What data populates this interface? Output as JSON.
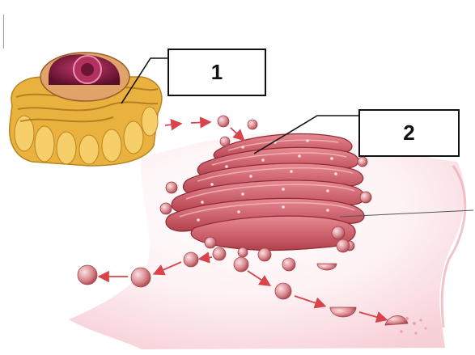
{
  "labels": [
    {
      "id": "1",
      "text": "1"
    },
    {
      "id": "2",
      "text": "2"
    }
  ],
  "colors": {
    "cell_background": "#fbe4e8",
    "golgi_stack": "#c9545f",
    "golgi_highlight": "#f2b4ba",
    "vesicle": "#d98a90",
    "arrow": "#d9434b",
    "er_yellow": "#e9b23f",
    "nucleus": "#8a2040",
    "leader_line": "#111111",
    "box_border": "#111111"
  },
  "icons": [
    "cell-illustration",
    "golgi-apparatus-illustration",
    "vesicle",
    "arrow"
  ]
}
